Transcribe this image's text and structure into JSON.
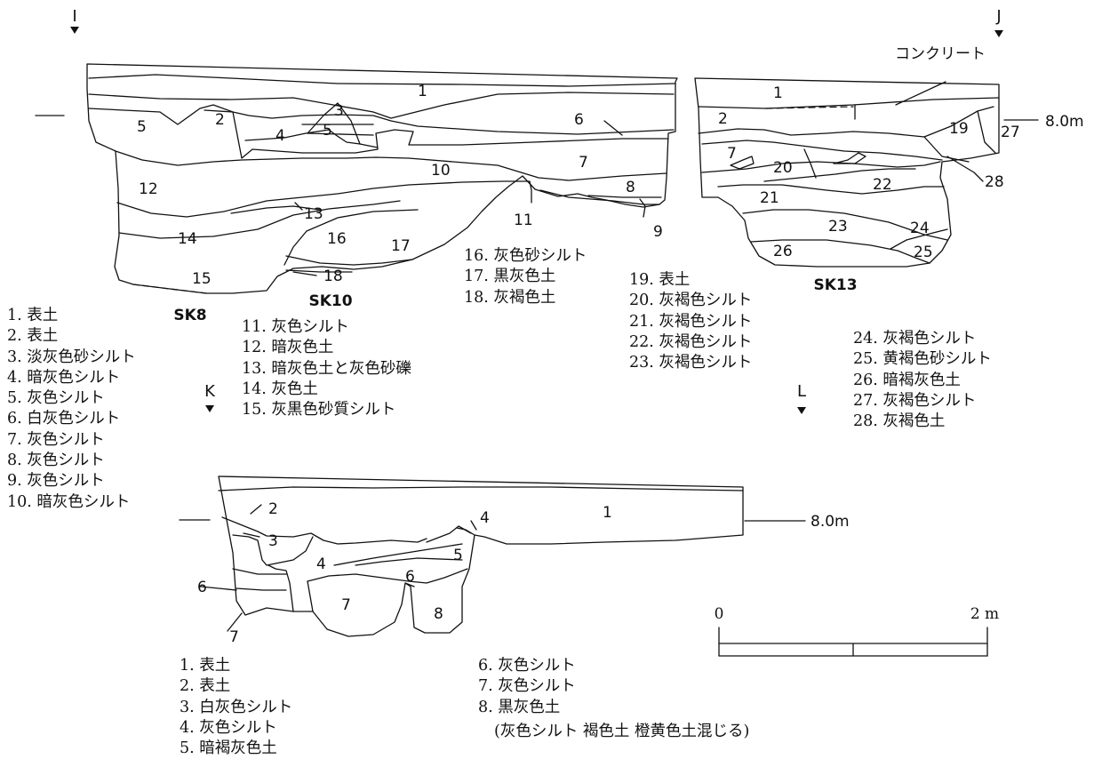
{
  "section_ij": {
    "marker_left": "I",
    "marker_right": "J",
    "elevation_label": "8.0m",
    "concrete_label": "コンクリート",
    "pits": [
      "SK8",
      "SK10",
      "SK13"
    ],
    "layer_numbers": [
      "1",
      "2",
      "3",
      "4",
      "5",
      "6",
      "7",
      "8",
      "9",
      "10",
      "11",
      "12",
      "13",
      "14",
      "15",
      "16",
      "17",
      "18",
      "19",
      "20",
      "21",
      "22",
      "23",
      "24",
      "25",
      "26",
      "27",
      "28"
    ]
  },
  "section_kl": {
    "marker_left": "K",
    "marker_right": "L",
    "elevation_label": "8.0m",
    "layer_numbers": [
      "1",
      "2",
      "3",
      "4",
      "5",
      "6",
      "7",
      "8"
    ]
  },
  "scale_bar": {
    "start_label": "0",
    "end_label": "2 m"
  },
  "legend_ij": [
    {
      "num": "1.",
      "text": "表土"
    },
    {
      "num": "2.",
      "text": "表土"
    },
    {
      "num": "3.",
      "text": "淡灰色砂シルト"
    },
    {
      "num": "4.",
      "text": "暗灰色シルト"
    },
    {
      "num": "5.",
      "text": "灰色シルト"
    },
    {
      "num": "6.",
      "text": "白灰色シルト"
    },
    {
      "num": "7.",
      "text": "灰色シルト"
    },
    {
      "num": "8.",
      "text": "灰色シルト"
    },
    {
      "num": "9.",
      "text": "灰色シルト"
    },
    {
      "num": "10.",
      "text": "暗灰色シルト"
    },
    {
      "num": "11.",
      "text": "灰色シルト"
    },
    {
      "num": "12.",
      "text": "暗灰色土"
    },
    {
      "num": "13.",
      "text": "暗灰色土と灰色砂礫"
    },
    {
      "num": "14.",
      "text": "灰色土"
    },
    {
      "num": "15.",
      "text": "灰黒色砂質シルト"
    },
    {
      "num": "16.",
      "text": "灰色砂シルト"
    },
    {
      "num": "17.",
      "text": "黒灰色土"
    },
    {
      "num": "18.",
      "text": "灰褐色土"
    },
    {
      "num": "19.",
      "text": "表土"
    },
    {
      "num": "20.",
      "text": "灰褐色シルト"
    },
    {
      "num": "21.",
      "text": "灰褐色シルト"
    },
    {
      "num": "22.",
      "text": "灰褐色シルト"
    },
    {
      "num": "23.",
      "text": "灰褐色シルト"
    },
    {
      "num": "24.",
      "text": "灰褐色シルト"
    },
    {
      "num": "25.",
      "text": "黄褐色砂シルト"
    },
    {
      "num": "26.",
      "text": "暗褐灰色土"
    },
    {
      "num": "27.",
      "text": "灰褐色シルト"
    },
    {
      "num": "28.",
      "text": "灰褐色土"
    }
  ],
  "legend_kl": [
    {
      "num": "1.",
      "text": "表土"
    },
    {
      "num": "2.",
      "text": "表土"
    },
    {
      "num": "3.",
      "text": "白灰色シルト"
    },
    {
      "num": "4.",
      "text": "灰色シルト"
    },
    {
      "num": "5.",
      "text": "暗褐灰色土"
    },
    {
      "num": "6.",
      "text": "灰色シルト"
    },
    {
      "num": "7.",
      "text": "灰色シルト"
    },
    {
      "num": "8.",
      "text": "黒灰色土"
    }
  ],
  "legend_kl_note": "(灰色シルト 褐色土 橙黄色土混じる)"
}
